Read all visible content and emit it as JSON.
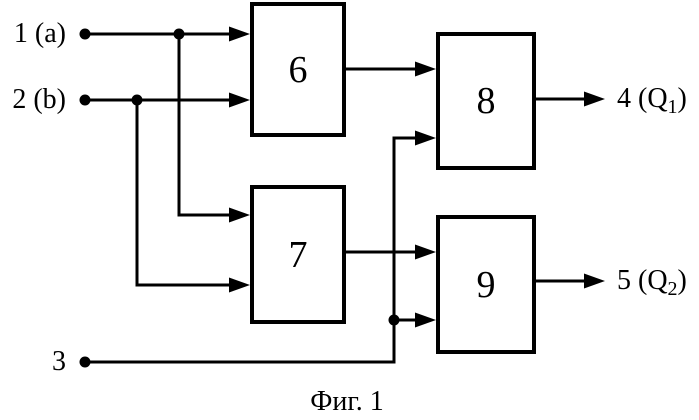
{
  "figure": {
    "caption": "Фиг. 1",
    "background": "#ffffff",
    "line_color": "#000000"
  },
  "inputs": [
    {
      "label": "1 (a)"
    },
    {
      "label": "2 (b)"
    },
    {
      "label": "3"
    }
  ],
  "outputs": [
    {
      "prefix": "4 (Q",
      "sub": "1",
      "suffix": ")"
    },
    {
      "prefix": "5 (Q",
      "sub": "2",
      "suffix": ")"
    }
  ],
  "blocks": [
    {
      "number": "6"
    },
    {
      "number": "7"
    },
    {
      "number": "8"
    },
    {
      "number": "9"
    }
  ],
  "connections": [
    {
      "from": "input-1(a)",
      "to": [
        "block-6",
        "block-7"
      ]
    },
    {
      "from": "input-2(b)",
      "to": [
        "block-6",
        "block-7"
      ]
    },
    {
      "from": "input-3",
      "to": [
        "block-8",
        "block-9"
      ]
    },
    {
      "from": "block-6",
      "to": [
        "block-8"
      ]
    },
    {
      "from": "block-7",
      "to": [
        "block-9"
      ]
    },
    {
      "from": "block-8",
      "to": [
        "output-4(Q1)"
      ]
    },
    {
      "from": "block-9",
      "to": [
        "output-5(Q2)"
      ]
    }
  ]
}
